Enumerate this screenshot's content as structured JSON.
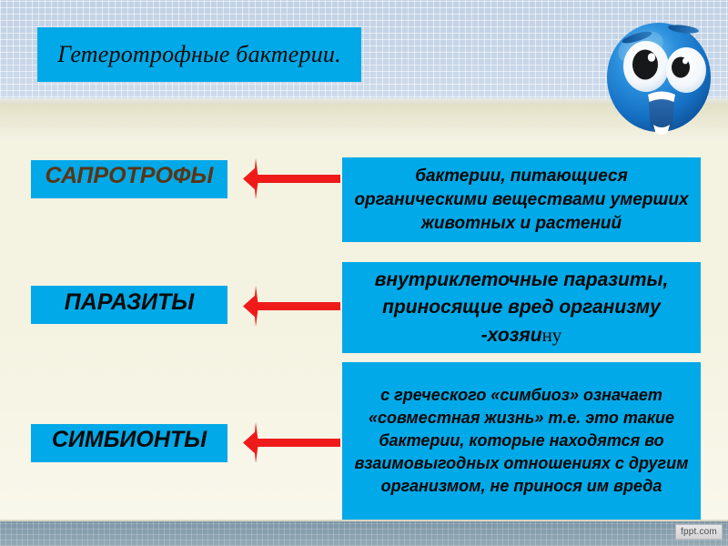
{
  "slide": {
    "title": "Гетеротрофные бактерии.",
    "watermark": "fppt.com",
    "colors": {
      "accent_cyan": "#02a9e8",
      "arrow_red": "#ef1b1b",
      "term_brown": "#5a3412",
      "term_black": "#0a0a0a",
      "header_band": "#c6d5e8",
      "body_beige": "#f4f2e0",
      "footer_band": "#89a0ae"
    }
  },
  "mascot": {
    "name": "surprised-blue-smiley",
    "body_color": "#1874c8",
    "body_highlight": "#4aa6ec",
    "eye_white": "#ffffff",
    "pupil_color": "#1a1a1a",
    "mouth_color": "#1c5fa8"
  },
  "rows": [
    {
      "term": "САПРОТРОФЫ",
      "term_color": "#5a3412",
      "arrow": "left-arrow",
      "description": "бактерии, питающиеся органическими веществами умерших животных и растений",
      "description_tail": ""
    },
    {
      "term": "ПАРАЗИТЫ",
      "term_color": "#0a0a0a",
      "arrow": "left-arrow",
      "description": "внутриклеточные паразиты, приносящие вред организму -хозяи",
      "description_tail": "ну"
    },
    {
      "term": "СИМБИОНТЫ",
      "term_color": "#0a0a0a",
      "arrow": "left-arrow",
      "description": "с греческого «симбиоз» означает «совместная жизнь» т.е. это такие бактерии, которые находятся во взаимовыгодных отношениях с другим организмом, не принося им вреда",
      "description_tail": ""
    }
  ]
}
